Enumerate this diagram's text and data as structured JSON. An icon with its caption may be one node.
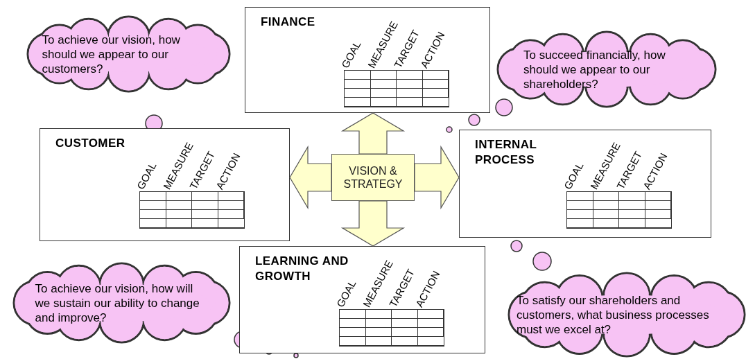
{
  "diagram": {
    "nodes": [
      {
        "text": [
          "FINANCE",
          "GOAL",
          "MEASURE",
          "TARGET",
          "ACTION"
        ]
      },
      {
        "text": [
          "CUSTOMER",
          "GOAL",
          "MEASURE",
          "TARGET",
          "ACTION"
        ]
      },
      {
        "text": [
          "INTERNAL PROCESS",
          "GOAL",
          "MEASURE",
          "TARGET",
          "ACTION"
        ]
      },
      {
        "text": [
          "LEARNING AND GROWTH",
          "GOAL",
          "MEASURE",
          "TARGET",
          "ACTION"
        ]
      },
      {
        "text": [
          "VISION & STRATEGY"
        ]
      },
      {
        "text": [
          "To achieve our vision, how should we appear to our customers?"
        ]
      },
      {
        "text": [
          "To succeed financially, how should we appear to our shareholders?"
        ]
      },
      {
        "text": [
          "To achieve our vision, how will we sustain our ability to change and improve?"
        ]
      },
      {
        "text": [
          "To satisfy our shareholders and customers, what business processes must we excel at?"
        ]
      }
    ],
    "edges": [
      {
        "from": 4,
        "to": 0,
        "arrow": "to",
        "style": "thick"
      },
      {
        "from": 4,
        "to": 1,
        "arrow": "to",
        "style": "thick"
      },
      {
        "from": 4,
        "to": 2,
        "arrow": "to",
        "style": "thick"
      },
      {
        "from": 4,
        "to": 3,
        "arrow": "to",
        "style": "thick"
      }
    ]
  }
}
